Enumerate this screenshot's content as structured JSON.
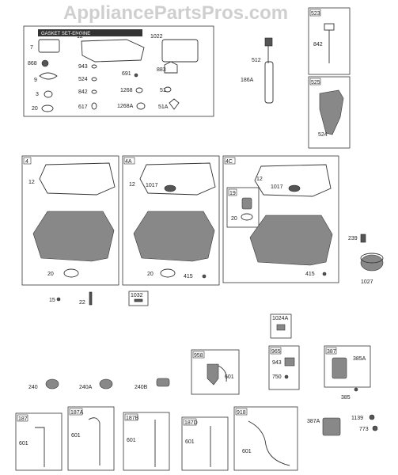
{
  "watermark": "AppliancePartsPros.com",
  "kit_title": "GASKET SET-ENGINE",
  "gasket_kit_labels": {
    "l7": "7",
    "l868": "868",
    "l9": "9",
    "l3": "3",
    "l20": "20",
    "l12": "12",
    "l943": "943",
    "l524": "524",
    "l842": "842",
    "l617": "617",
    "l1022": "1022",
    "l691": "691",
    "l1268": "1268",
    "l1268a": "1268A",
    "l883": "883",
    "l51": "51",
    "l51a": "51A"
  },
  "dipstick_labels": {
    "l512": "512",
    "l186a": "186A"
  },
  "box523": {
    "tag": "523",
    "part": "842"
  },
  "box525": {
    "tag": "525",
    "part": "524"
  },
  "sump4": {
    "tag": "4",
    "gasket": "12",
    "seal": "20"
  },
  "sump4a": {
    "tag": "4A",
    "gasket": "12",
    "part1017": "1017",
    "seal": "20",
    "part415": "415"
  },
  "sump4c": {
    "tag": "4C",
    "gasket": "12",
    "part1017": "1017",
    "sub_tag": "19",
    "seal": "20",
    "part415": "415"
  },
  "filter_labels": {
    "l239": "239",
    "l1027": "1027"
  },
  "misc_labels": {
    "l15": "15",
    "l22": "22",
    "l1032": "1032",
    "l1024a": "1024A"
  },
  "box958": {
    "tag": "958",
    "part": "601"
  },
  "box965": {
    "tag": "965",
    "p943": "943",
    "p750": "750"
  },
  "box387": {
    "tag": "387",
    "p385a": "385A"
  },
  "fuel_labels": {
    "l240": "240",
    "l240a": "240A",
    "l240b": "240B",
    "l385": "385"
  },
  "box187": {
    "tag": "187",
    "part": "601"
  },
  "box187a": {
    "tag": "187A",
    "part": "601"
  },
  "box187b": {
    "tag": "187B",
    "part": "601"
  },
  "box187d": {
    "tag": "187D",
    "part": "601"
  },
  "box918": {
    "tag": "918",
    "part": "601"
  },
  "pump_labels": {
    "l387a": "387A",
    "l1139": "1139",
    "l773": "773"
  }
}
